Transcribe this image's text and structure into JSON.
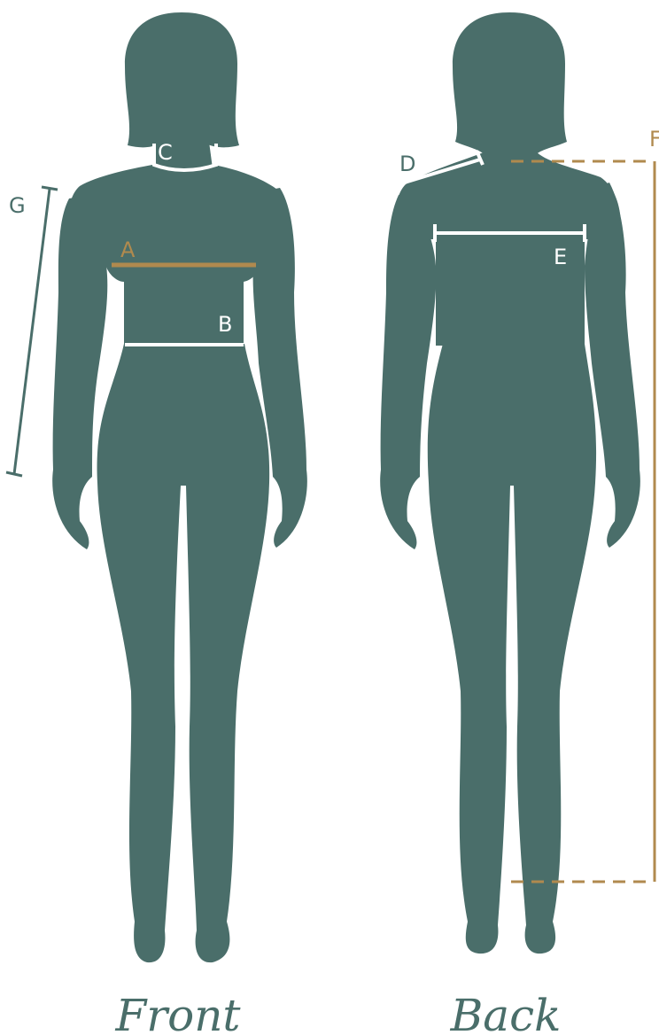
{
  "colors": {
    "silhouette": "#4a6e6a",
    "accent": "#b08a4e",
    "marker_white": "#ffffff",
    "background": "#ffffff"
  },
  "labels": {
    "a": "A",
    "b": "B",
    "c": "C",
    "d": "D",
    "e": "E",
    "f": "F",
    "g": "G"
  },
  "captions": {
    "front": "Front",
    "back": "Back"
  }
}
